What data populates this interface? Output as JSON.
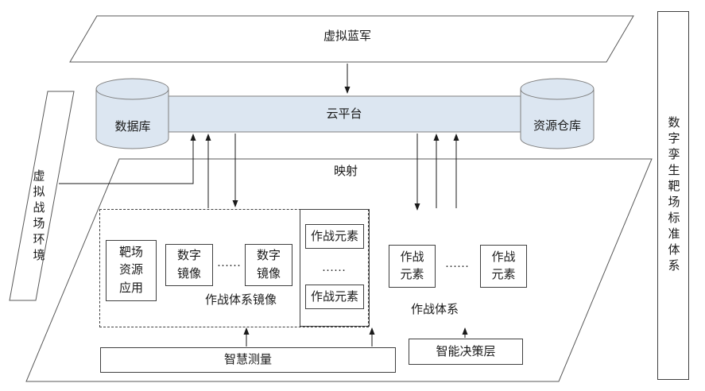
{
  "ellipsis": "……",
  "colors": {
    "node_fill": "#dce6f1"
  },
  "top_band": {
    "label": "虚拟蓝军"
  },
  "platform": {
    "cloud": "云平台",
    "database": "数据库",
    "repository": "资源仓库"
  },
  "left_panel": {
    "label": "虚拟战场环境"
  },
  "right_panel": {
    "label": "数字孪生靶场标准体系"
  },
  "mapping": {
    "label": "映射"
  },
  "mirror_group": {
    "resource_app": "靶场资源应用",
    "digital_mirror_1": "数字镜像",
    "digital_mirror_2": "数字镜像",
    "caption": "作战体系镜像"
  },
  "element_column": {
    "element_top": "作战元素",
    "element_bottom": "作战元素"
  },
  "combat_group": {
    "element_1": "作战元素",
    "element_2": "作战元素",
    "caption": "作战体系"
  },
  "bottom": {
    "measurement": "智慧测量",
    "decision": "智能决策层"
  }
}
